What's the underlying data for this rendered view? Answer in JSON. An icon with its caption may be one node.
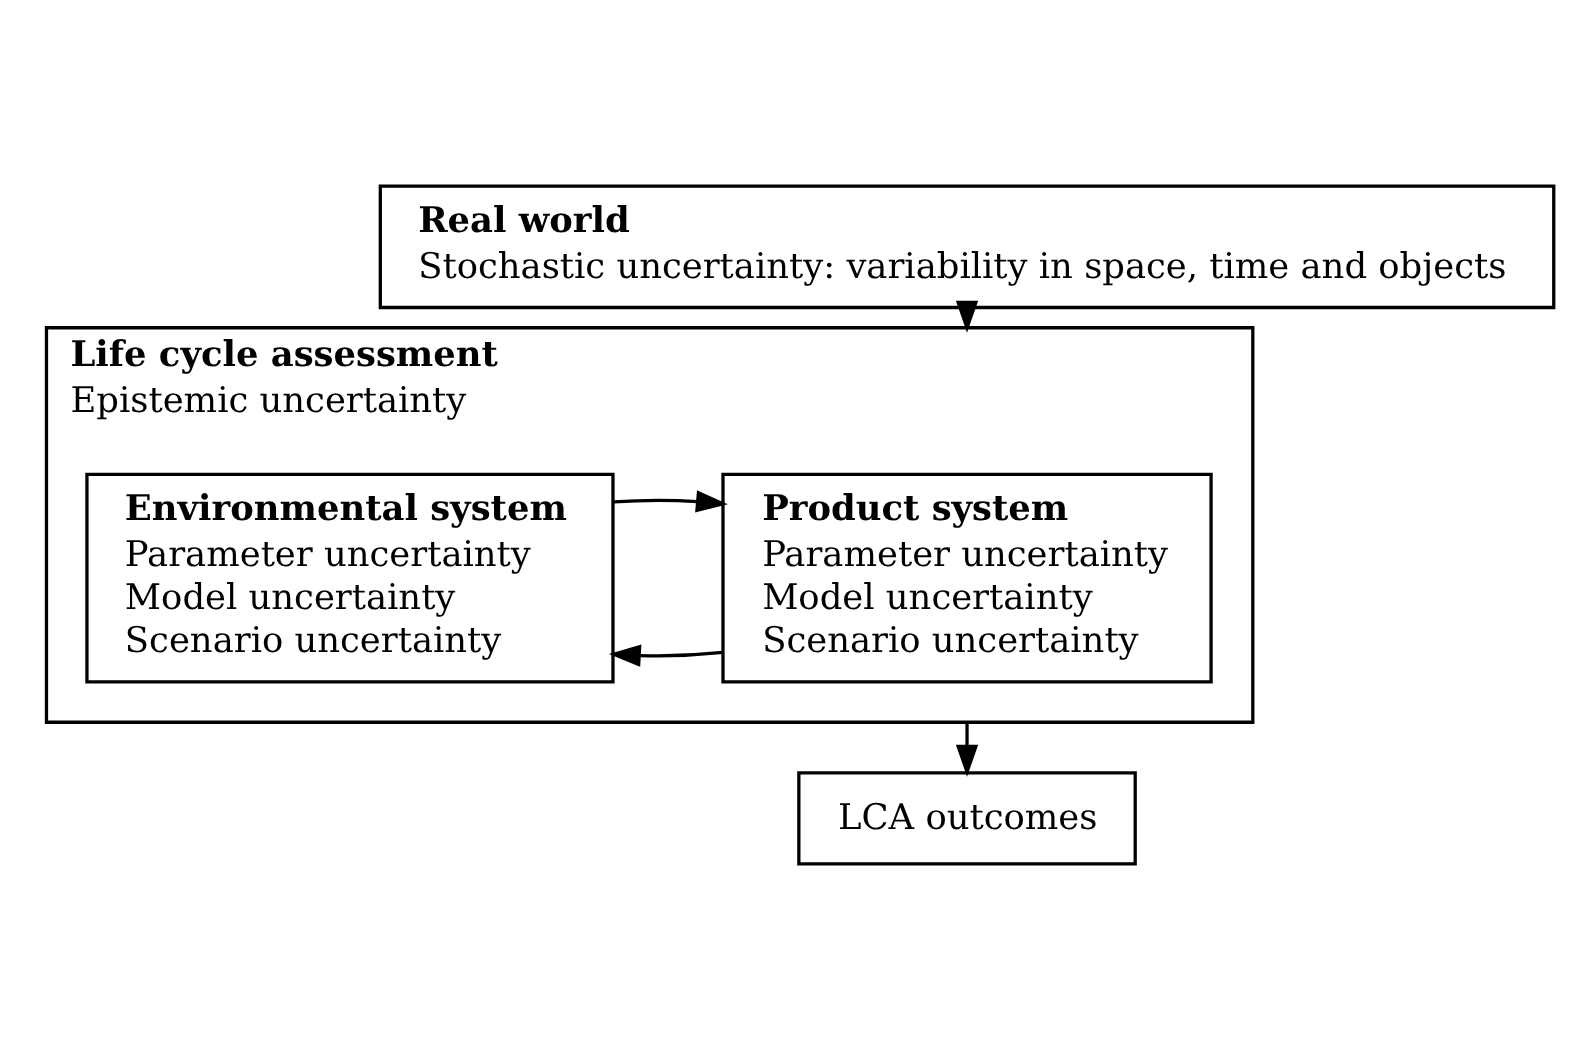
{
  "diagram": {
    "nodes": [
      {
        "text": [
          "Real world",
          "Stochastic uncertainty: variability in space, time and objects"
        ]
      },
      {
        "text": [
          "Life cycle assessment",
          "Epistemic uncertainty"
        ]
      },
      {
        "text": [
          "Product system",
          "Parameter uncertainty",
          "Model uncertainty",
          "Scenario uncertainty"
        ],
        "in": 1
      },
      {
        "text": [
          "Environmental system",
          "Parameter uncertainty",
          "Model uncertainty",
          "Scenario uncertainty"
        ],
        "in": 1
      },
      {
        "text": [
          "LCA outcomes"
        ]
      }
    ],
    "edges": [
      {
        "from": 0,
        "to": 1,
        "arrow": "to"
      },
      {
        "from": 2,
        "to": 3,
        "arrow": "to"
      },
      {
        "from": 3,
        "to": 2,
        "arrow": "to"
      },
      {
        "from": 1,
        "to": 4,
        "arrow": "to"
      }
    ]
  }
}
